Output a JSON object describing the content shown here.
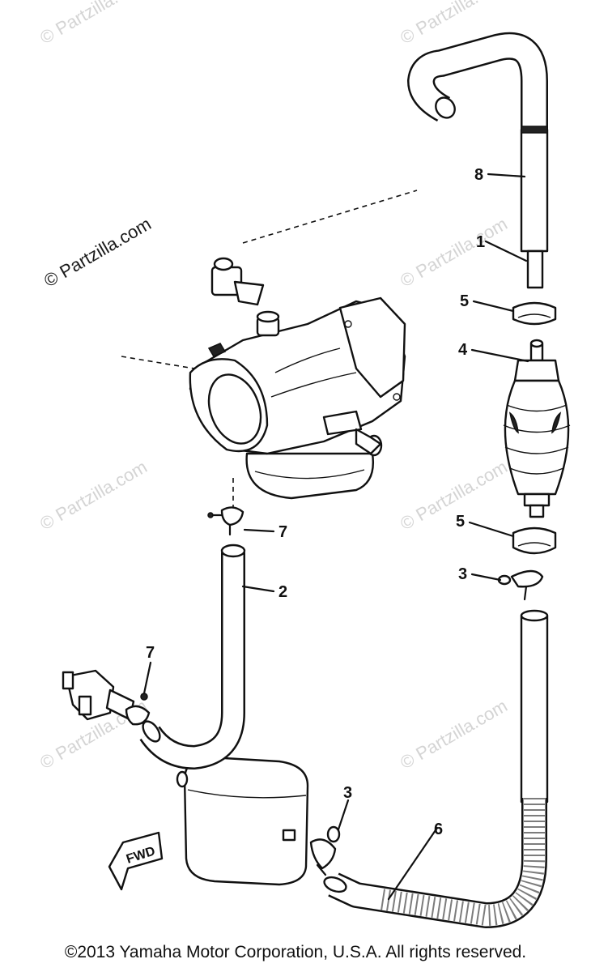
{
  "watermarks": [
    "© Partzilla.com",
    "© Partzilla.com",
    "© Partzilla.com",
    "© Partzilla.com",
    "© Partzilla.com",
    "© Partzilla.com",
    "© Partzilla.com",
    "© Partzilla.com"
  ],
  "main_watermark": "© Partzilla.com",
  "callouts": {
    "c8": "8",
    "c1": "1",
    "c5a": "5",
    "c4": "4",
    "c5b": "5",
    "c3a": "3",
    "c7a": "7",
    "c2": "2",
    "c7b": "7",
    "c3b": "3",
    "c6": "6"
  },
  "fwd_label": "FWD",
  "copyright": "©2013 Yamaha Motor Corporation, U.S.A. All rights reserved."
}
